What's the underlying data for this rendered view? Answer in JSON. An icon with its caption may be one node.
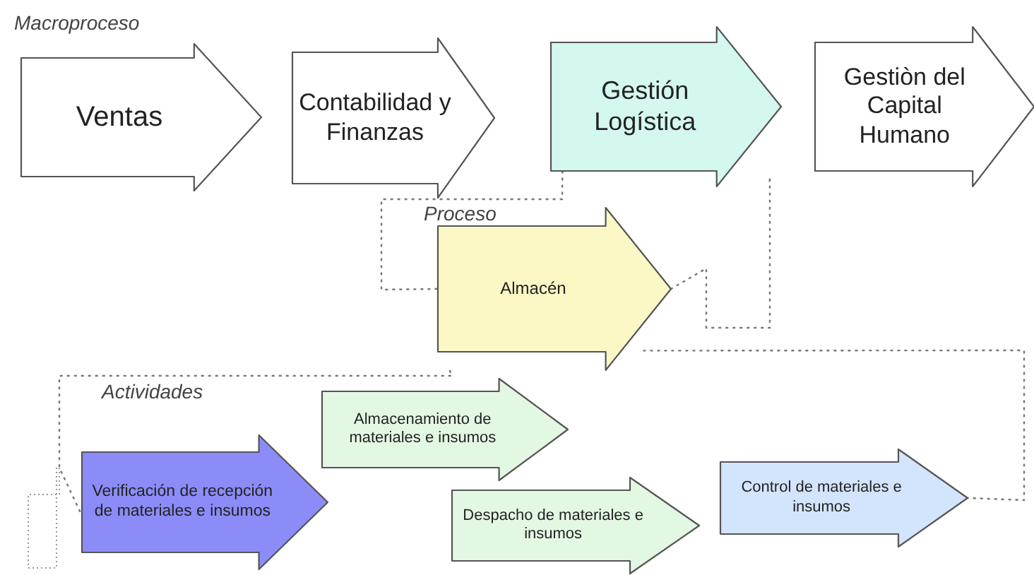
{
  "diagram": {
    "nodes": [
      {
        "text": [
          "Ventas"
        ]
      },
      {
        "text": [
          "Contabilidad y Finanzas"
        ]
      },
      {
        "text": [
          "Gestión Logística"
        ]
      },
      {
        "text": [
          "Gestiòn del Capital Humano"
        ]
      },
      {
        "text": [
          "Almacén"
        ]
      },
      {
        "text": [
          "Verificación de recepción de materiales e insumos"
        ]
      },
      {
        "text": [
          "Almacenamiento de materiales e insumos"
        ]
      },
      {
        "text": [
          "Despacho de materiales e insumos"
        ]
      },
      {
        "text": [
          "Control de materiales e insumos"
        ]
      }
    ],
    "edges": [
      {
        "from": 2,
        "to": 4,
        "arrow": "none",
        "style": "dashed"
      },
      {
        "from": 2,
        "to": 4,
        "arrow": "none",
        "style": "dashed"
      },
      {
        "from": 4,
        "to": 5,
        "arrow": "none",
        "style": "dashed"
      },
      {
        "from": 4,
        "to": 8,
        "arrow": "none",
        "style": "dashed"
      }
    ],
    "labels": [
      "Macroproceso",
      "Proceso",
      "Actividades"
    ]
  }
}
